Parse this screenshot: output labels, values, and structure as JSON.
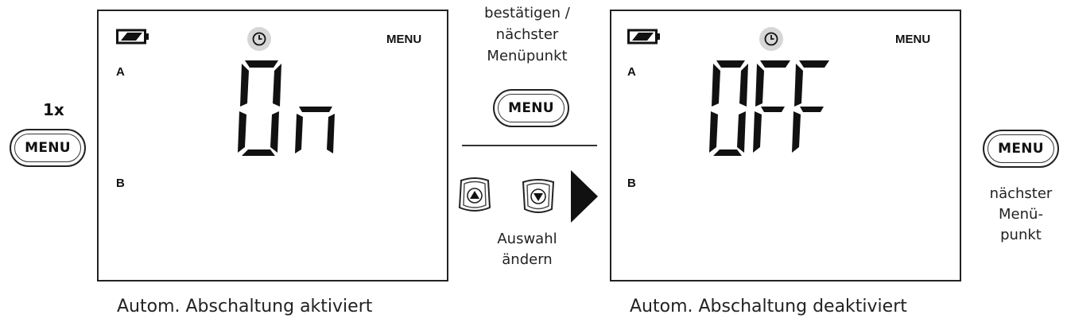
{
  "step": {
    "press_count": "1x",
    "menu_button_label": "MENU"
  },
  "screen_on": {
    "menu_label": "MENU",
    "label_a": "A",
    "label_b": "B",
    "display_value": "On",
    "caption": "Autom. Abschaltung aktiviert"
  },
  "middle": {
    "confirm_text_line1": "bestätigen /",
    "confirm_text_line2": "nächster",
    "confirm_text_line3": "Menüpunkt",
    "menu_button_label": "MENU",
    "change_text_line1": "Auswahl",
    "change_text_line2": "ändern"
  },
  "screen_off": {
    "menu_label": "MENU",
    "label_a": "A",
    "label_b": "B",
    "display_value": "OFF",
    "caption": "Autom. Abschaltung deaktiviert"
  },
  "right": {
    "menu_button_label": "MENU",
    "next_text_line1": "nächster",
    "next_text_line2": "Menü-",
    "next_text_line3": "punkt"
  },
  "icons": {
    "battery": "battery-icon",
    "clock": "clock-icon",
    "up_arrow": "up-arrow-button-icon",
    "down_arrow": "down-arrow-button-icon",
    "play_arrow": "play-arrow-icon"
  }
}
